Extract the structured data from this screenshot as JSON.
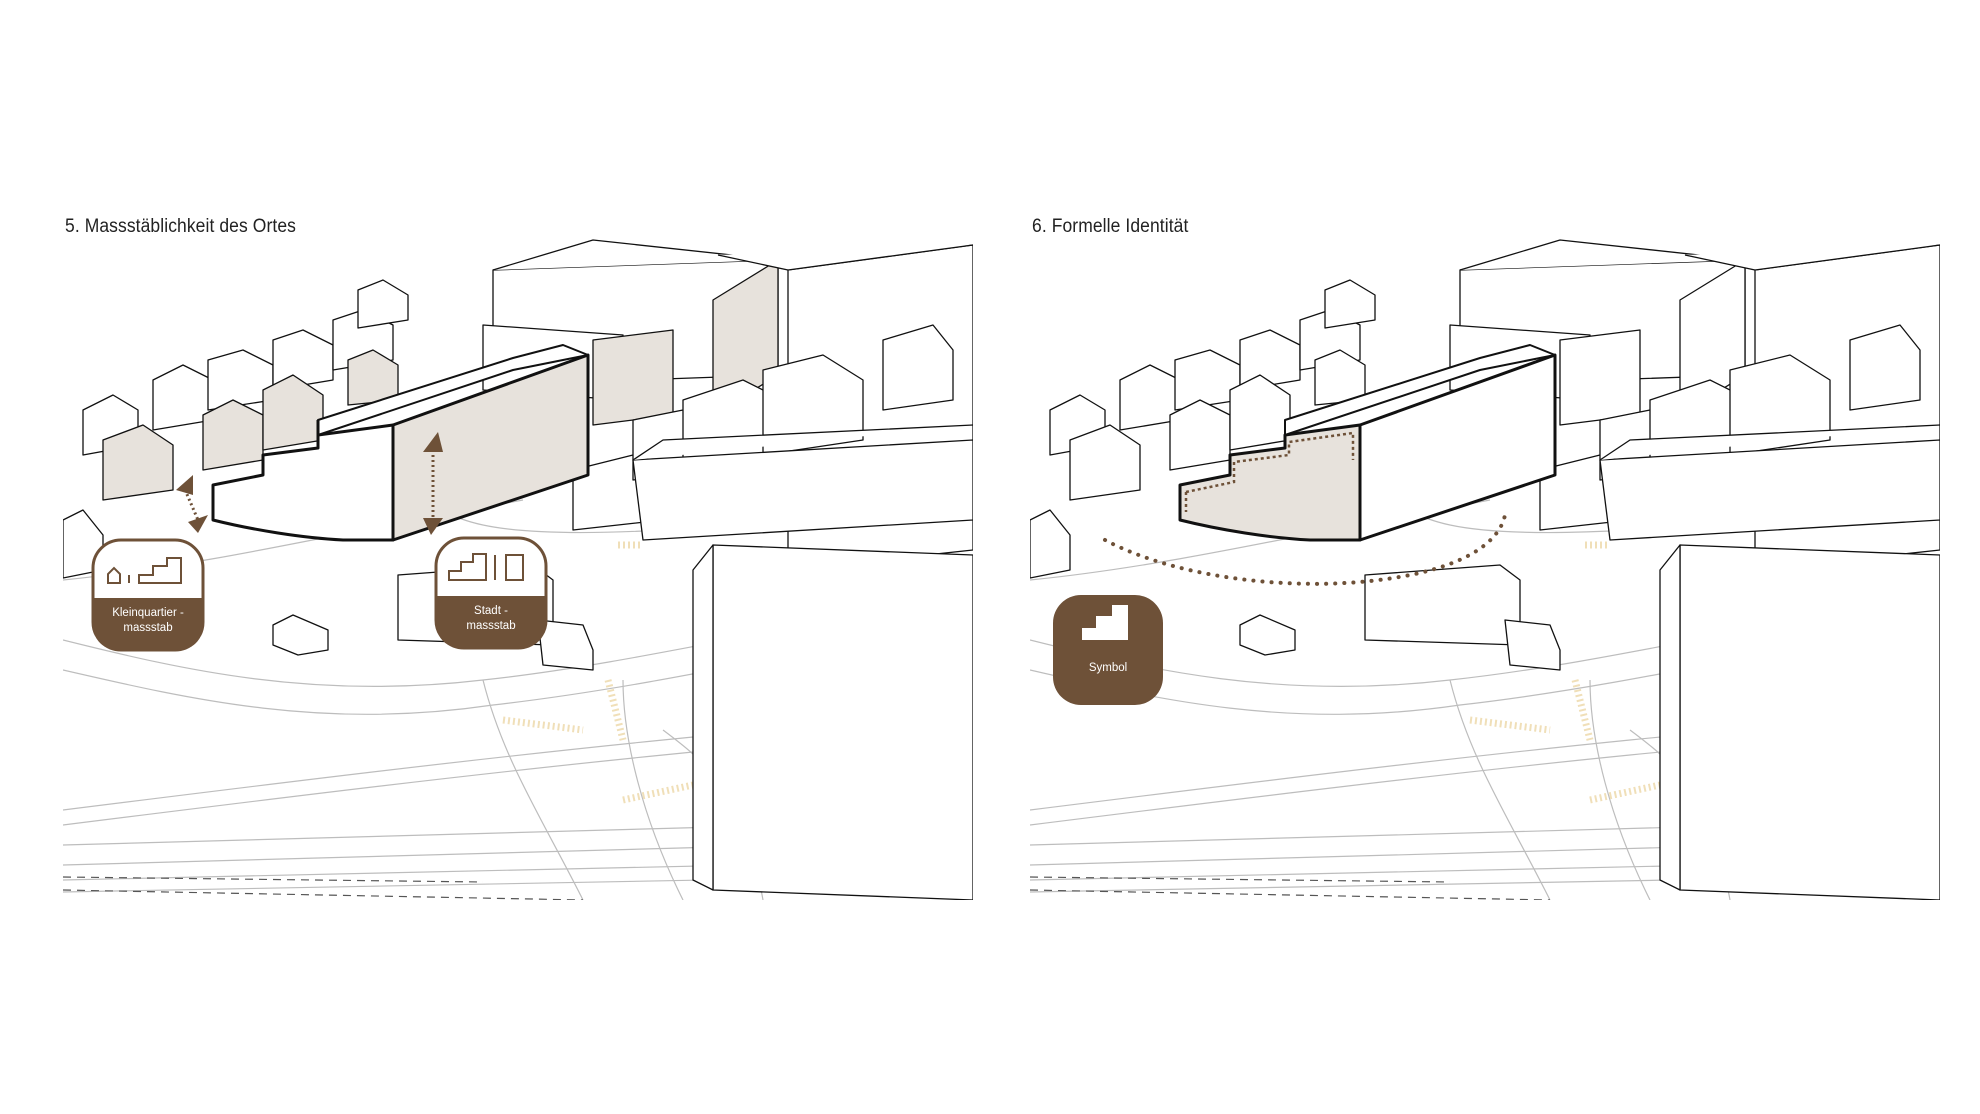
{
  "panels": [
    {
      "title": "5. Massstäblichkeit des Ortes",
      "badges": [
        {
          "label_line1": "Kleinquartier  -",
          "label_line2": "massstab"
        },
        {
          "label_line1": "Stadt -",
          "label_line2": "massstab"
        }
      ]
    },
    {
      "title": "6. Formelle Identität",
      "badges": [
        {
          "label_line1": "Symbol"
        }
      ]
    }
  ],
  "colors": {
    "accent": "#6e5138",
    "volume_fill": "#e7e2dc",
    "road_line": "#bdbdbd",
    "crosswalk": "#f0dfb8",
    "outline": "#111111"
  }
}
